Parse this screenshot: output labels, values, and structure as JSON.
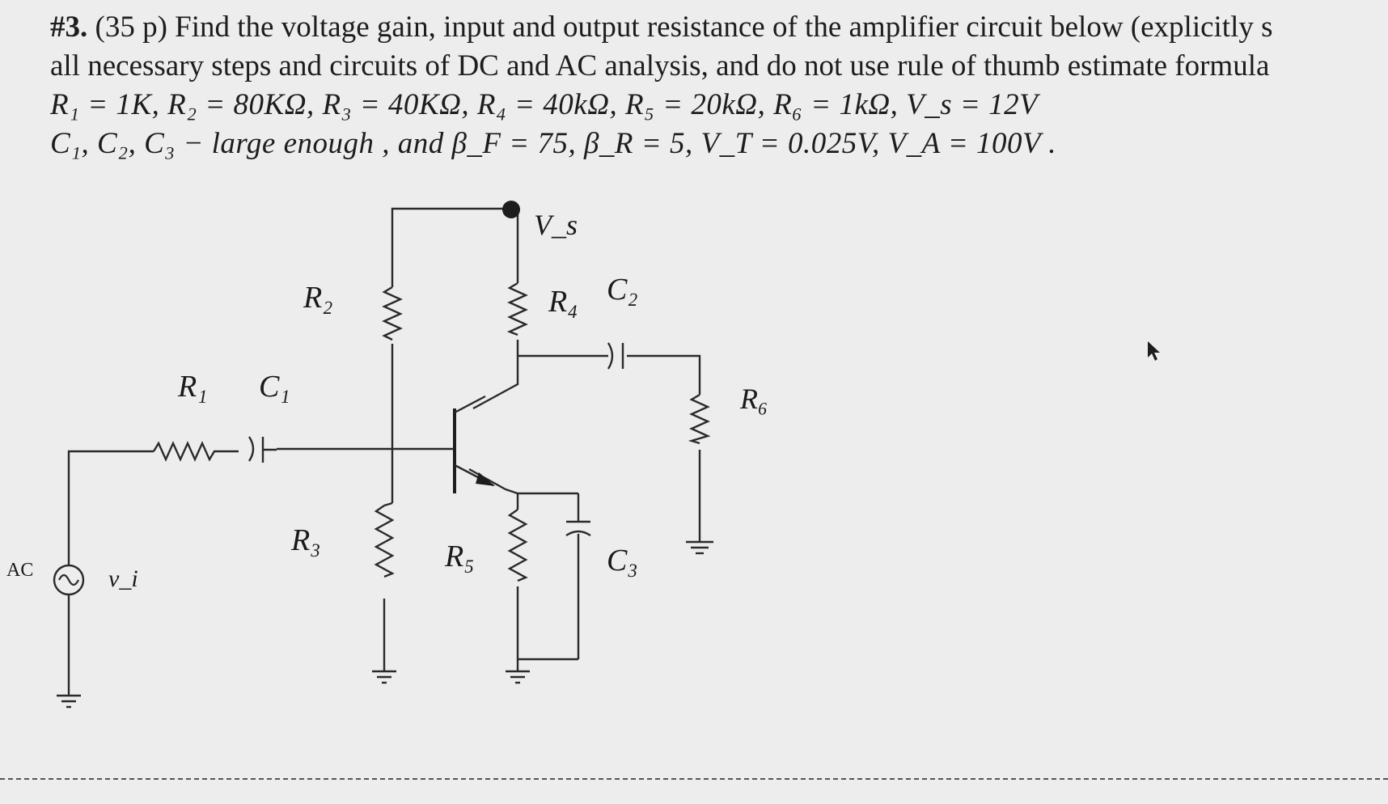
{
  "problem": {
    "number": "#3.",
    "points": "(35 p)",
    "line1_rest": " Find the voltage gain, input and output resistance of the amplifier circuit below (explicitly s",
    "line2": "all necessary steps and circuits of DC and AC analysis, and do not use rule of thumb estimate formula",
    "line3": "R₁ = 1K, R₂ = 80KΩ, R₃ = 40KΩ, R₄ = 40kΩ, R₅ = 20kΩ, R₆ = 1kΩ, V_s = 12V",
    "line4": "C₁, C₂, C₃ − large enough , and β_F = 75, β_R = 5, V_T = 0.025V, V_A = 100V ."
  },
  "circuit": {
    "source_type": "AC",
    "vi": "v_i",
    "vs": "V_s",
    "r1": "R₁",
    "c1": "C₁",
    "r2": "R₂",
    "r3": "R₃",
    "r4": "R₄",
    "c2": "C₂",
    "r5": "R₅",
    "c3": "C₃",
    "r6": "R₆"
  },
  "colors": {
    "background": "#ecedec",
    "ink": "#1d1d1d"
  },
  "icons": [
    "ac-source-icon",
    "ground-icon",
    "npn-transistor-icon",
    "mouse-cursor-icon"
  ]
}
